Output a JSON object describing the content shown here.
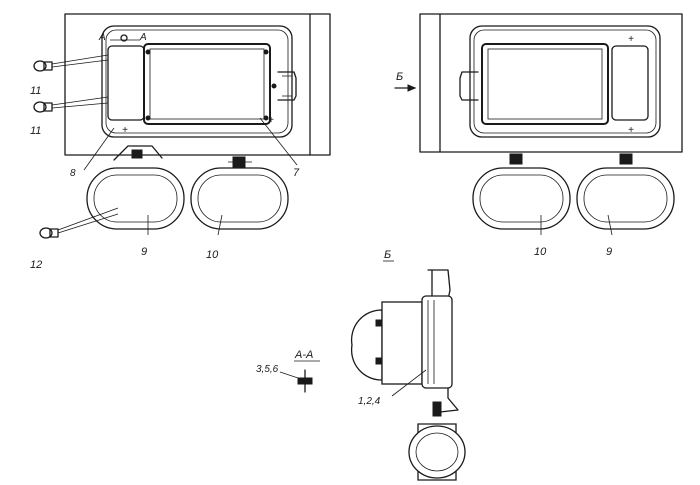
{
  "labels": {
    "item_11": "11",
    "item_12": "12",
    "item_9": "9",
    "item_10": "10",
    "item_7": "7",
    "item_8": "8",
    "view_b": "Б",
    "section_a_marker": "А",
    "section_aa": "А-А",
    "fasteners": "3,5,6",
    "parts_124": "1,2,4"
  }
}
